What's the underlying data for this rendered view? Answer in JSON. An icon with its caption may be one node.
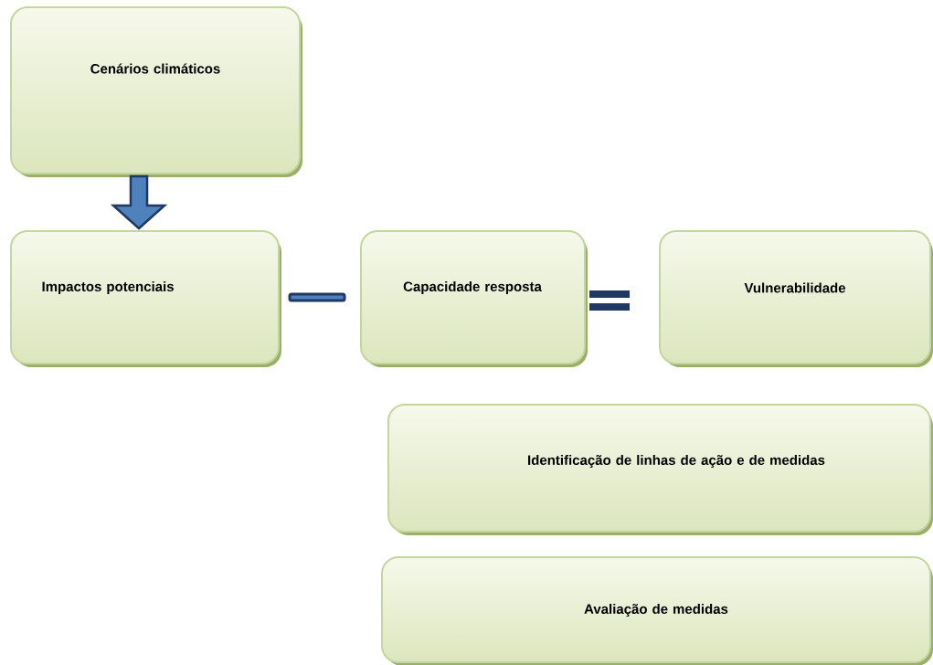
{
  "diagram": {
    "nodes": [
      {
        "text": [
          "Cenários climáticos"
        ]
      },
      {
        "text": [
          "Impactos potenciais"
        ]
      },
      {
        "text": [
          "Capacidade resposta"
        ]
      },
      {
        "text": [
          "Vulnerabilidade"
        ]
      },
      {
        "text": [
          "Identificação de linhas de ação e de medidas"
        ]
      },
      {
        "text": [
          "Avaliação de medidas"
        ]
      }
    ],
    "edges": [
      {
        "from": 0,
        "to": 1,
        "arrow": "to"
      }
    ]
  }
}
